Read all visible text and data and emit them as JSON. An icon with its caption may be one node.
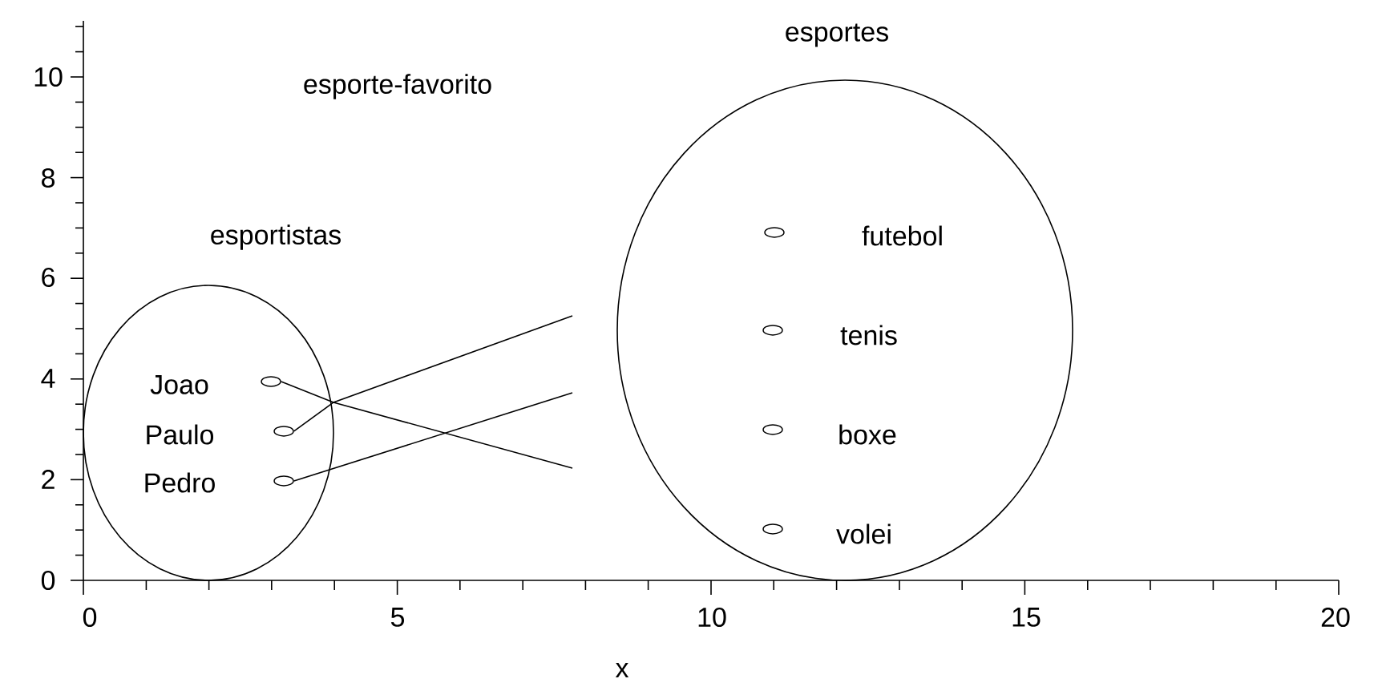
{
  "diagram": {
    "title": "esporte-favorito",
    "nodes": [
      {
        "text": [
          "esportistas"
        ]
      },
      {
        "text": [
          "Joao"
        ],
        "in": 0
      },
      {
        "text": [
          "Paulo"
        ],
        "in": 0
      },
      {
        "text": [
          "Pedro"
        ],
        "in": 0
      },
      {
        "text": [
          "esportes"
        ]
      },
      {
        "text": [
          "futebol"
        ],
        "in": 4
      },
      {
        "text": [
          "tenis"
        ],
        "in": 4
      },
      {
        "text": [
          "boxe"
        ],
        "in": 4
      },
      {
        "text": [
          "volei"
        ],
        "in": 4
      }
    ],
    "edges": [
      {
        "from": 1,
        "to": null,
        "arrow": "none"
      },
      {
        "from": 2,
        "to": null,
        "arrow": "none"
      },
      {
        "from": 3,
        "to": null,
        "arrow": "none"
      }
    ],
    "labels": [
      "10",
      "8",
      "6",
      "4",
      "2",
      "0",
      "0",
      "5",
      "10",
      "15",
      "20",
      "x"
    ]
  }
}
